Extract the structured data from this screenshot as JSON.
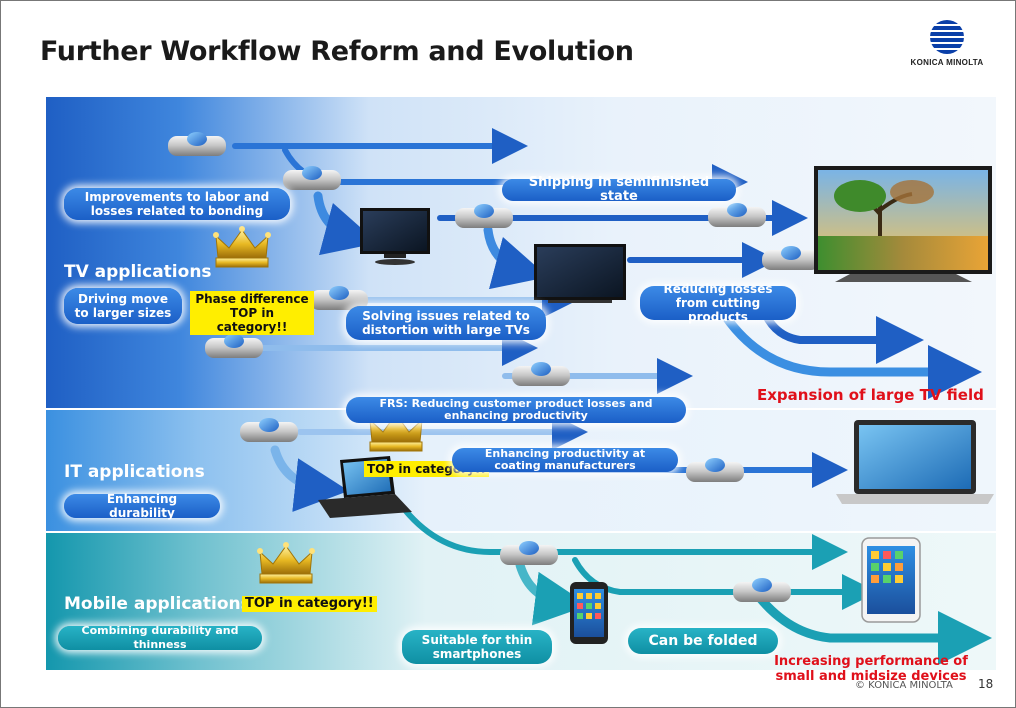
{
  "slide": {
    "title": "Further Workflow Reform and Evolution",
    "logo_text": "KONICA MINOLTA",
    "footer": "© KONICA MINOLTA",
    "page_number": "18"
  },
  "tv": {
    "label": "TV applications",
    "driving": "Driving move to larger sizes",
    "improvements": "Improvements to labor and losses related to bonding",
    "phase": "Phase difference TOP in category!!",
    "solving": "Solving issues related to distortion with large TVs",
    "shipping": "Shipping in semifinished state",
    "reducing": "Reducing losses from cutting products",
    "expansion": "Expansion of large TV field"
  },
  "it": {
    "label": "IT applications",
    "durability": "Enhancing durability",
    "frs": "FRS: Reducing customer product losses and enhancing productivity",
    "top": "TOP in category!!",
    "coating": "Enhancing productivity at coating manufacturers"
  },
  "mobile": {
    "label": "Mobile applications",
    "top": "TOP in category!!",
    "combining": "Combining durability and thinness",
    "thin": "Suitable for thin smartphones",
    "folded": "Can be folded",
    "increasing": "Increasing performance of small and midsize devices"
  },
  "colors": {
    "tv_band": "#1f5fc4",
    "it_band": "#3b90e0",
    "mobile_band": "#1497ad",
    "highlight_yellow": "#ffee00",
    "emphasis_red": "#e0101a"
  }
}
